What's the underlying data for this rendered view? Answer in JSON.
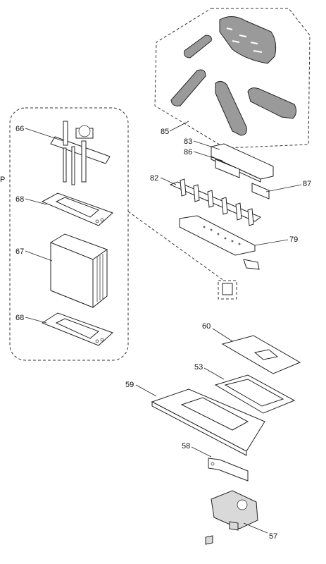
{
  "diagram": {
    "side_letter": "P",
    "callouts": [
      "85",
      "83",
      "86",
      "82",
      "87",
      "79",
      "66",
      "68",
      "67",
      "68",
      "60",
      "53",
      "59",
      "58",
      "57"
    ]
  },
  "colors": {
    "line": "#222222",
    "part_fill": "#ffffff",
    "log_fill": "#8c8c8c",
    "log_dark": "#5a5a5a"
  }
}
